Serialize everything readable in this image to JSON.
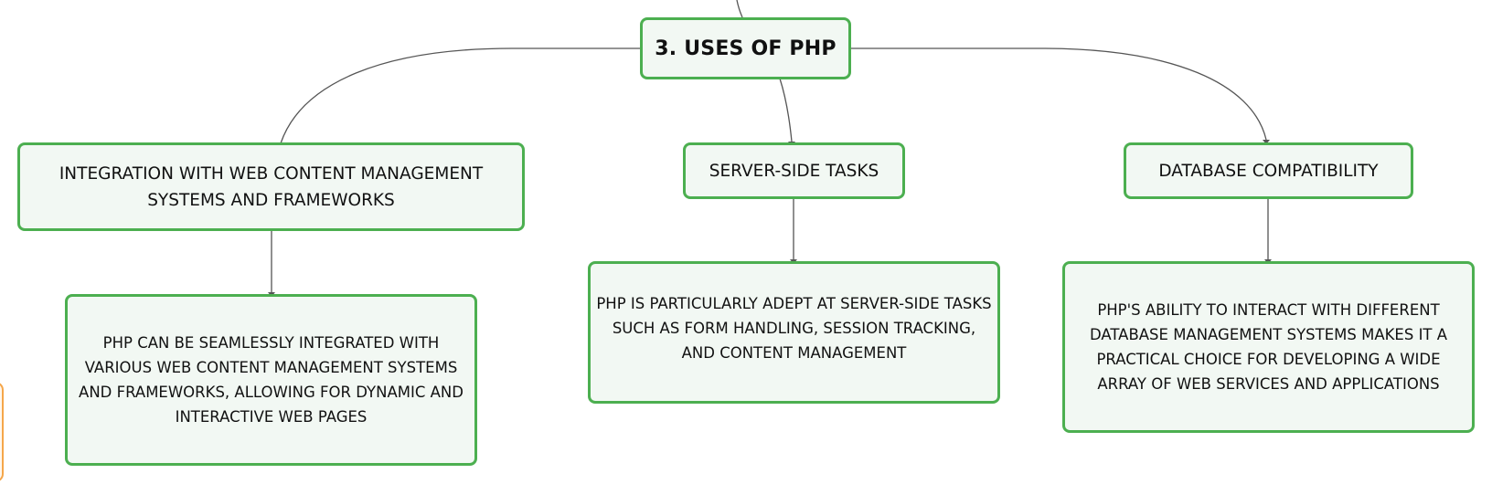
{
  "diagram": {
    "root": {
      "label": "3. USES OF PHP"
    },
    "branches": [
      {
        "label": "INTEGRATION WITH WEB CONTENT MANAGEMENT SYSTEMS AND FRAMEWORKS",
        "detail": "PHP CAN BE SEAMLESSLY INTEGRATED WITH VARIOUS WEB CONTENT MANAGEMENT SYSTEMS AND FRAMEWORKS, ALLOWING FOR DYNAMIC AND INTERACTIVE WEB PAGES"
      },
      {
        "label": "SERVER-SIDE TASKS",
        "detail": "PHP IS PARTICULARLY ADEPT AT SERVER-SIDE TASKS SUCH AS FORM HANDLING, SESSION TRACKING, AND CONTENT MANAGEMENT"
      },
      {
        "label": "DATABASE COMPATIBILITY",
        "detail": "PHP'S ABILITY TO INTERACT WITH DIFFERENT DATABASE MANAGEMENT SYSTEMS MAKES IT A PRACTICAL CHOICE FOR DEVELOPING A WIDE ARRAY OF WEB SERVICES AND APPLICATIONS"
      }
    ],
    "colors": {
      "node_border": "#4caf50",
      "node_fill": "#f2f8f3",
      "edge": "#555555",
      "side_tab_border": "#f5a64a"
    }
  }
}
